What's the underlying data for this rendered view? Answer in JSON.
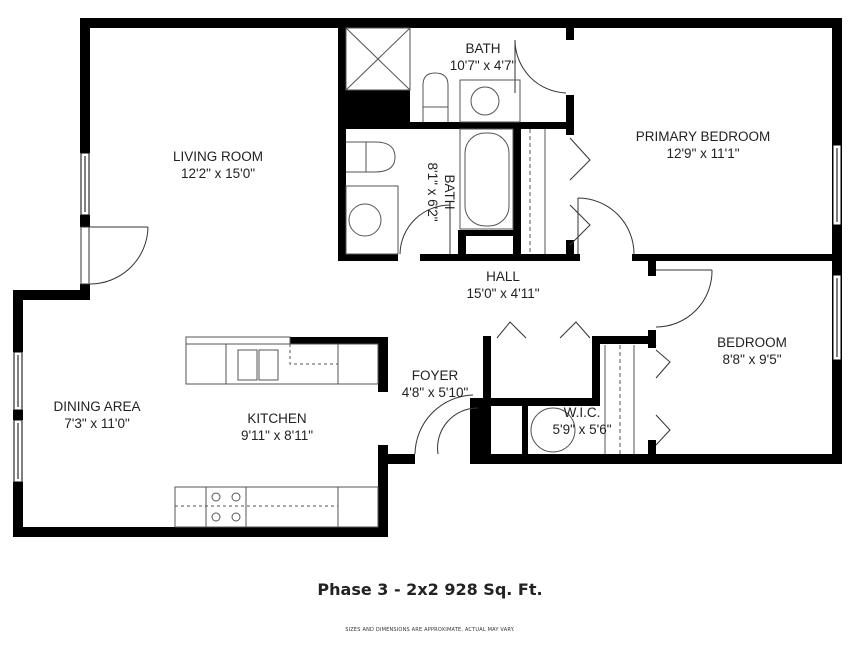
{
  "floorplan": {
    "title": "Phase 3 - 2x2 928 Sq. Ft.",
    "disclaimer": "SIZES AND DIMENSIONS ARE APPROXIMATE, ACTUAL MAY VARY.",
    "colors": {
      "wall": "#000000",
      "background": "#ffffff",
      "fixture_line": "#555555",
      "text": "#222222"
    },
    "rooms": [
      {
        "id": "living-room",
        "name": "LIVING ROOM",
        "dims": "12'2\" x 15'0\""
      },
      {
        "id": "bath-1",
        "name": "BATH",
        "dims": "10'7\" x 4'7\""
      },
      {
        "id": "bath-2",
        "name": "BATH",
        "dims": "8'1\" x 6'2\""
      },
      {
        "id": "primary-bedroom",
        "name": "PRIMARY BEDROOM",
        "dims": "12'9\" x 11'1\""
      },
      {
        "id": "hall",
        "name": "HALL",
        "dims": "15'0\" x 4'11\""
      },
      {
        "id": "bedroom",
        "name": "BEDROOM",
        "dims": "8'8\" x 9'5\""
      },
      {
        "id": "dining-area",
        "name": "DINING AREA",
        "dims": "7'3\" x 11'0\""
      },
      {
        "id": "kitchen",
        "name": "KITCHEN",
        "dims": "9'11\" x 8'11\""
      },
      {
        "id": "foyer",
        "name": "FOYER",
        "dims": "4'8\" x 5'10\""
      },
      {
        "id": "wic",
        "name": "W.I.C.",
        "dims": "5'9\" x 5'6\""
      }
    ]
  }
}
